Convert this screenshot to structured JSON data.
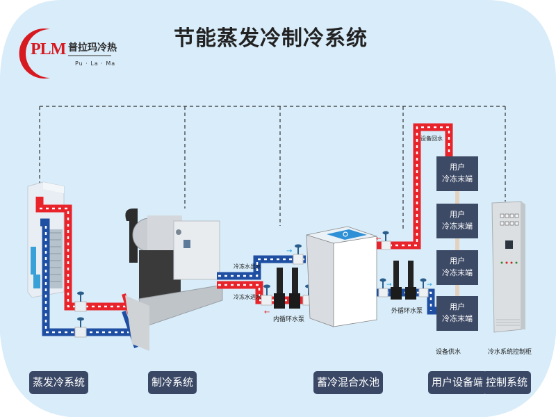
{
  "logo": {
    "mark": "PLM",
    "company_cn": "普拉玛冷热",
    "company_en": "Pu · La · Ma"
  },
  "title": "节能蒸发冷制冷系统",
  "labels": {
    "equipment_return_water": "设备回水",
    "equipment_supply_water": "设备供水",
    "chilled_water_out": "冷冻水出水",
    "chilled_water_in": "冷冻水进水",
    "inner_circulation_pump": "内循环水泵",
    "outer_circulation_pump": "外循环水泵",
    "control_cabinet": "冷水系统控制柜"
  },
  "user_terminals": [
    {
      "line1": "用户",
      "line2": "冷冻末端"
    },
    {
      "line1": "用户",
      "line2": "冷冻末端"
    },
    {
      "line1": "用户",
      "line2": "冷冻末端"
    },
    {
      "line1": "用户",
      "line2": "冷冻末端"
    }
  ],
  "categories": [
    {
      "label": "蒸发冷系统"
    },
    {
      "label": "制冷系统"
    },
    {
      "label": "蓄冷混合水池"
    },
    {
      "label": "用户设备端"
    },
    {
      "label": "控制系统"
    }
  ],
  "colors": {
    "background": "#d8ecf9",
    "hot_pipe": "#e8232a",
    "cold_pipe": "#1f4fa3",
    "label_box": "#3a4866",
    "logo_red": "#d71920"
  }
}
